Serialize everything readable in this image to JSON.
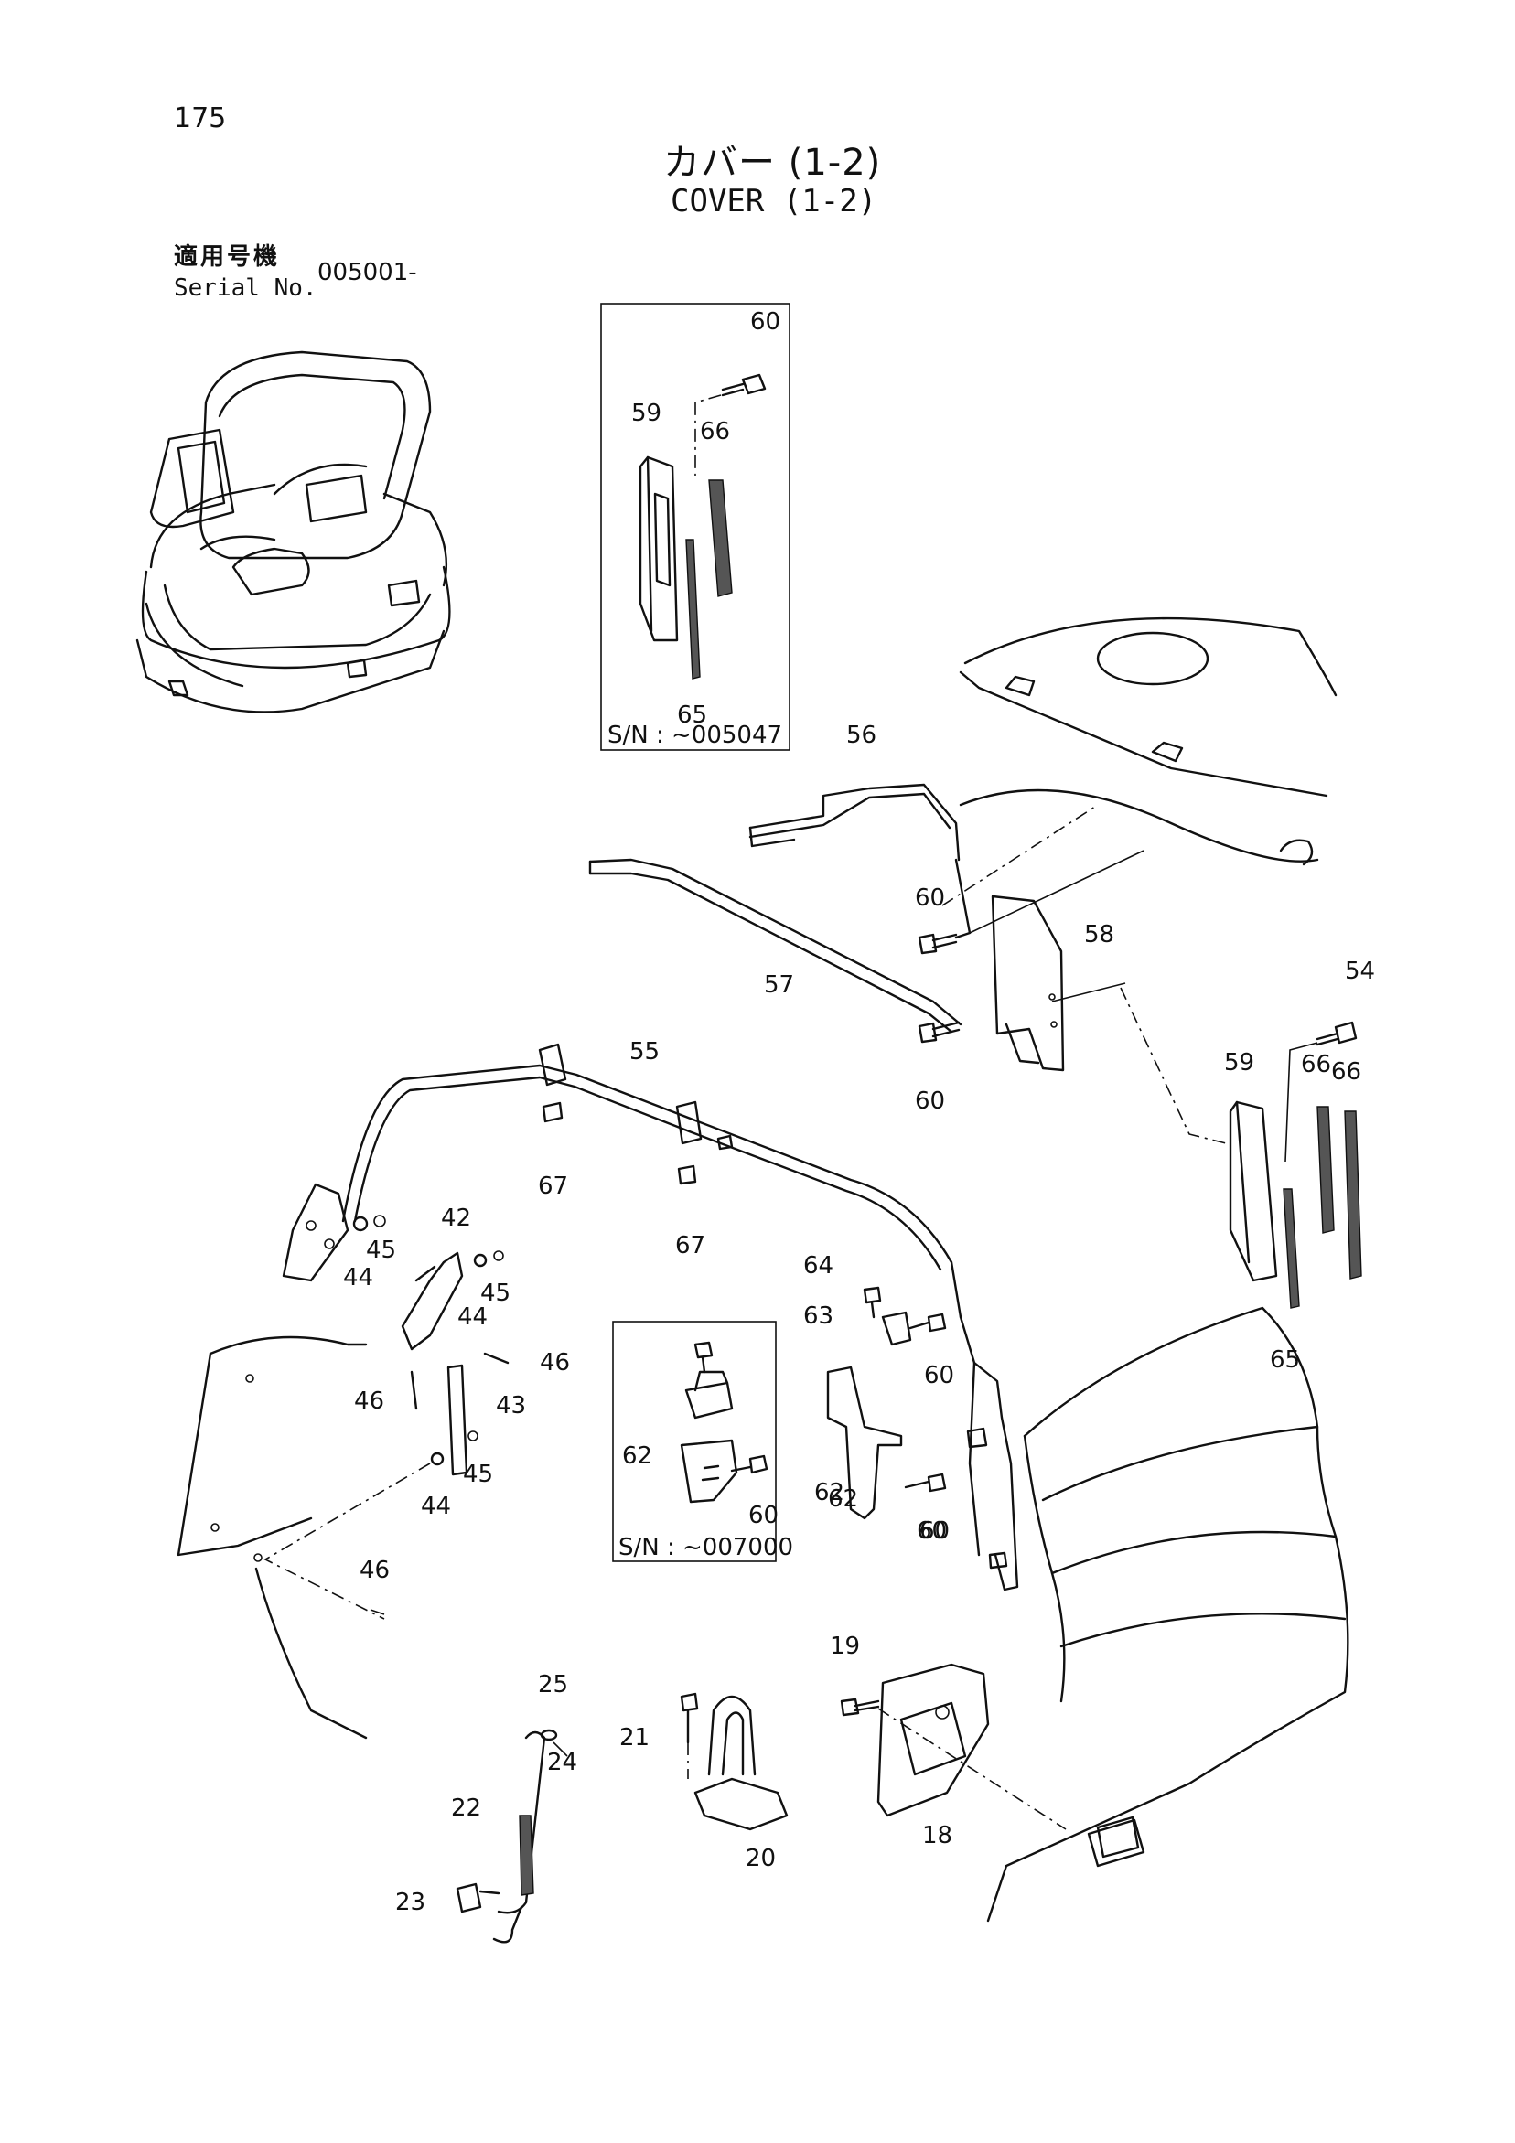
{
  "header": {
    "page_number": "175",
    "title_jp": "カバー (1-2)",
    "title_en": "COVER (1-2)",
    "serial_label_jp": "適用号機",
    "serial_label_en": "Serial No.",
    "serial_value": "005001-"
  },
  "insets": [
    {
      "caption": "S/N : ~005047"
    },
    {
      "caption": "S/N : ~007000"
    }
  ],
  "callouts": [
    "60",
    "59",
    "66",
    "65",
    "56",
    "60",
    "58",
    "57",
    "60",
    "54",
    "59",
    "66",
    "66",
    "65",
    "55",
    "67",
    "67",
    "42",
    "45",
    "44",
    "45",
    "44",
    "46",
    "46",
    "43",
    "45",
    "44",
    "46",
    "64",
    "63",
    "60",
    "62",
    "60",
    "62",
    "60",
    "62",
    "60",
    "19",
    "21",
    "20",
    "18",
    "25",
    "24",
    "22",
    "23"
  ]
}
